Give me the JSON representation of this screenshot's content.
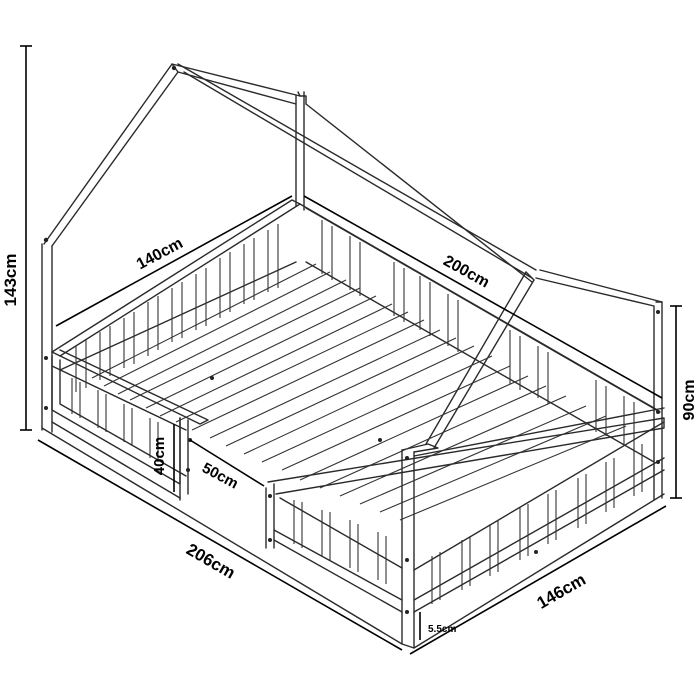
{
  "dimensions": {
    "height_total": "143cm",
    "width_inner": "140cm",
    "length_inner": "200cm",
    "side_height": "90cm",
    "fence_height": "40cm",
    "opening_width": "50cm",
    "length_outer": "206cm",
    "width_outer": "146cm",
    "floor_clearance": "5.5cm"
  },
  "colors": {
    "line": "#2a2a2a",
    "background": "#ffffff"
  }
}
